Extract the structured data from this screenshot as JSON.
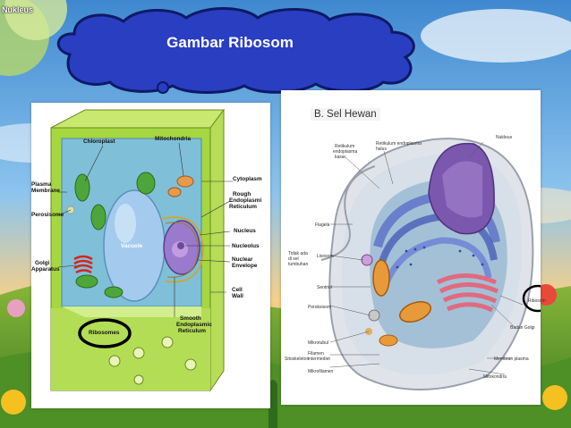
{
  "corner_label": "Nukleus",
  "title": "Gambar Ribosom",
  "plant_cell": {
    "labels": {
      "chloroplast": "Chloroplast",
      "mitochondria": "Mitochondria",
      "cytoplasm": "Cytoplasm",
      "rough_er_1": "Rough",
      "rough_er_2": "Endoplasmi",
      "rough_er_3": "Reticulum",
      "plasma_1": "Plasma",
      "plasma_2": "Membrane",
      "peroxisome": "Perosisome",
      "vacuole": "Vacuole",
      "nucleus": "Nucleus",
      "nucleolus": "Nucleolus",
      "nuclear_env_1": "Nuclear",
      "nuclear_env_2": "Envelope",
      "golgi_1": "Golgi",
      "golgi_2": "Apparatus",
      "cell_wall_1": "Cell",
      "cell_wall_2": "Wall",
      "ribosomes": "Ribosomes",
      "smooth_er_1": "Smooth",
      "smooth_er_2": "Endoplasmic",
      "smooth_er_3": "Reticulum"
    }
  },
  "animal_cell": {
    "title": "B. Sel Hewan",
    "labels": {
      "nukleus": "Nukleus",
      "re_kasar_1": "Retikulum",
      "re_kasar_2": "endoplasma",
      "re_kasar_3": "kasar",
      "re_halus_1": "Retikulum endoplasma",
      "re_halus_2": "halus",
      "flagela": "Flagela",
      "tidak_ada_1": "Tidak ada",
      "tidak_ada_2": "di sel",
      "tidak_ada_3": "tumbuhan",
      "lisosom": "Lisosom",
      "sentriol": "Sentriol",
      "peroksisom": "Peroksisom",
      "mikrotubul": "Mikrotubul",
      "filamen_1": "Filamen",
      "filamen_2": "intermediet",
      "mikrofilamen": "Mikrofilamen",
      "sitoskeleton": "Sitoskeleton",
      "ribosom": "Ribosom",
      "badan_golgi": "Badan Golgi",
      "membran_plasma": "Membran plasma",
      "mitokondria": "Mitokondria"
    }
  },
  "colors": {
    "cloud": "#2a3ec2",
    "cloud_border": "#0d1a66",
    "plant_wall": "#a6d640",
    "annotation_circle": "#000000"
  }
}
